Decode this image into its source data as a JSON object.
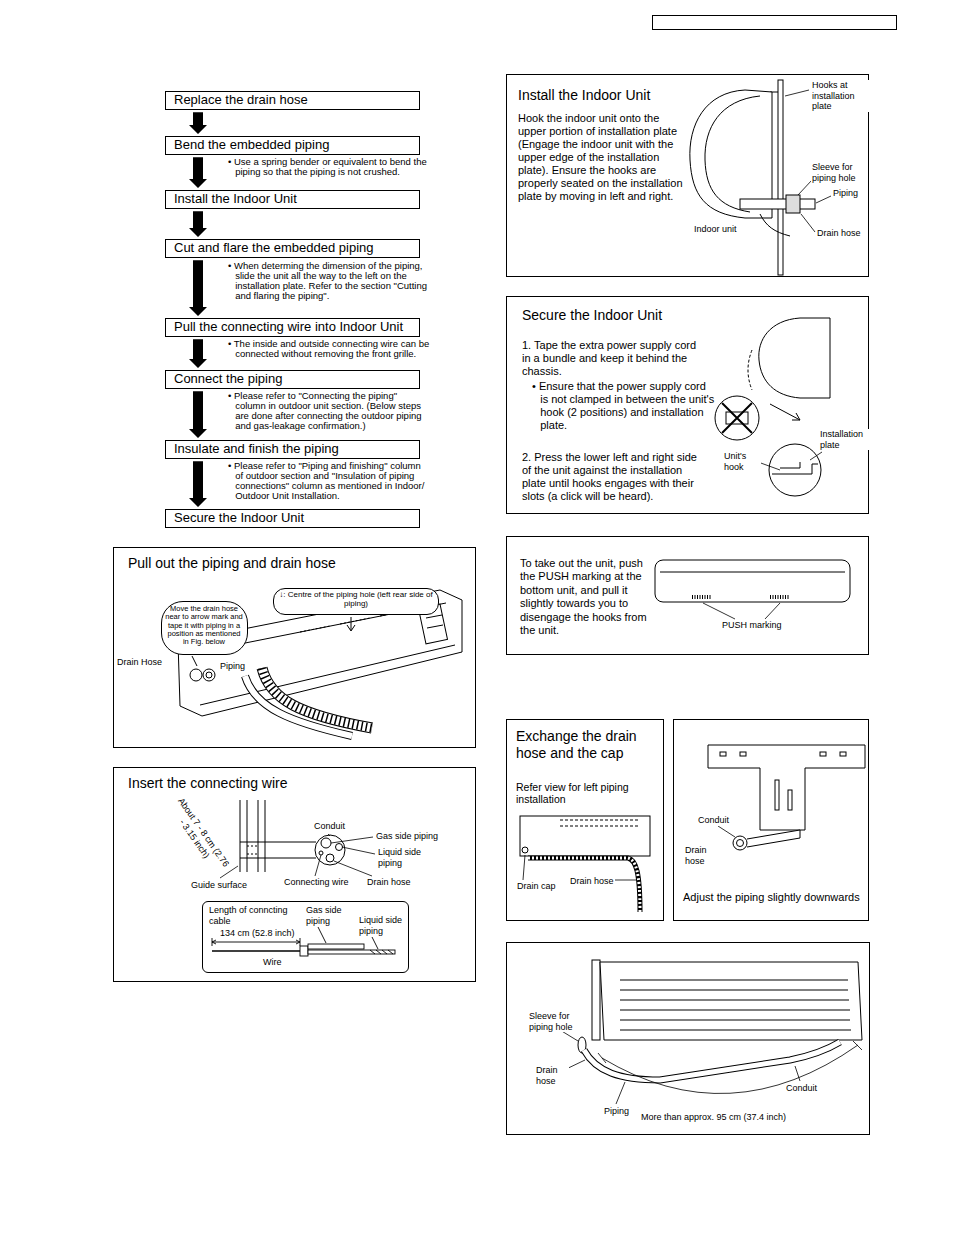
{
  "diagram": {
    "nodes": [
      {
        "text": [
          "Replace the drain hose"
        ]
      },
      {
        "text": [
          "Bend the embedded piping"
        ]
      },
      {
        "text": [
          "Install the Indoor Unit"
        ]
      },
      {
        "text": [
          "Cut and flare the embedded piping"
        ]
      },
      {
        "text": [
          "Pull the connecting wire into Indoor Unit"
        ]
      },
      {
        "text": [
          "Connect the piping"
        ]
      },
      {
        "text": [
          "Insulate and finish the piping"
        ]
      },
      {
        "text": [
          "Secure the Indoor Unit"
        ]
      },
      {
        "text": [
          "Pull out the piping and drain hose"
        ]
      },
      {
        "text": [
          "Move the drain hose near to arrow mark and tape it with piping in a position as mentioned in Fig. below"
        ],
        "in": 8
      },
      {
        "text": [
          "↓: Centre of the piping hole (left rear side of piping)"
        ],
        "in": 8
      },
      {
        "text": [
          "Insert the connecting wire"
        ]
      },
      {
        "text": [
          "Length of conncting cable",
          "Gas side piping",
          "Liquid side piping",
          "134 cm (52.8 inch)",
          "Wire"
        ],
        "in": 11
      },
      {
        "text": [
          "Install the Indoor Unit",
          "Hook the indoor unit onto the upper portion of installation plate (Engage the indoor unit with the upper edge of the installation plate). Ensure the hooks are properly seated on the installation plate by moving in left and right."
        ]
      },
      {
        "text": [
          "Secure the Indoor Unit",
          "1. Tape the extra power supply cord in a bundle and keep it behind the chassis.",
          "• Ensure that the power supply cord is not clamped in between the unit's hook (2 positions) and installation plate.",
          "2. Press the lower left and right side of the unit against the installation plate until hooks engages with their slots (a click will be heard)."
        ]
      },
      {
        "text": [
          "To take out the unit, push the PUSH marking at the bottom unit, and pull it slightly towards you to disengage the hooks from the unit."
        ]
      },
      {
        "text": [
          "Exchange the drain hose and the cap",
          "Refer view for left piping installation"
        ]
      },
      {
        "text": [
          "Adjust the piping slightly downwards"
        ]
      }
    ],
    "edges": [
      {
        "from": 0,
        "to": 1,
        "arrow": "to"
      },
      {
        "from": 1,
        "to": 2,
        "arrow": "to"
      },
      {
        "from": 2,
        "to": 3,
        "arrow": "to"
      },
      {
        "from": 3,
        "to": 4,
        "arrow": "to"
      },
      {
        "from": 4,
        "to": 5,
        "arrow": "to"
      },
      {
        "from": 5,
        "to": 6,
        "arrow": "to"
      },
      {
        "from": 6,
        "to": 7,
        "arrow": "to"
      }
    ],
    "labels": [
      "• Use a spring bender or equivalent to bend the piping so that the piping is not crushed.",
      "• When determing the dimension of the piping, slide the unit all the way to the left on the installation plate. Refer to the section \"Cutting and flaring the piping\".",
      "• The inside and outside connecting wire can be connected without removing the front grille.",
      "• Please refer to \"Connecting the piping\" column in outdoor unit section. (Below steps are done after connecting the outdoor piping and gas-leakage confirmation.)",
      "• Please refer to \"Piping and finishing\" column of outdoor section and \"Insulation of piping connections\" column as mentioned in Indoor/ Outdoor Unit Installation.",
      "Drain Hose",
      "Piping",
      "About 7 - 8 cm (2.76 - 3.15 inch)",
      "Conduit",
      "Gas side piping",
      "Liquid side piping",
      "Guide surface",
      "Connecting wire",
      "Drain hose",
      "Hooks at installation plate",
      "Sleeve for piping hole",
      "Piping",
      "Drain hose",
      "Indoor unit",
      "Installation plate",
      "Unit's hook",
      "PUSH marking",
      "Drain cap",
      "Drain hose",
      "Conduit",
      "Drain hose",
      "Sleeve for piping hole",
      "Drain hose",
      "Piping",
      "Conduit",
      "More than approx. 95 cm (37.4 inch)"
    ]
  }
}
